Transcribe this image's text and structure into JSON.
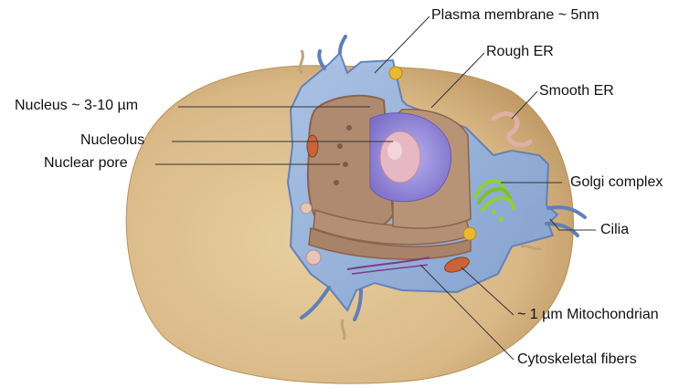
{
  "labels": {
    "plasma_membrane": "Plasma membrane ~ 5nm",
    "rough_er": "Rough ER",
    "smooth_er": "Smooth ER",
    "nucleus": "Nucleus  ~ 3-10 µm",
    "nucleolus": "Nucleolus",
    "nuclear_pore": "Nuclear pore",
    "golgi": "Golgi complex",
    "cilia": "Cilia",
    "mitochondrion": "~ 1 µm Mitochondrian",
    "cytoskeletal": "Cytoskeletal fibers"
  },
  "colors": {
    "outer_cell": "#d9b886",
    "cytoplasm": "#8fb0dd",
    "nucleus": "#b08a6e",
    "nucleoplasm": "#9b8fd6",
    "nucleolus": "#e6b7c4",
    "golgi": "#8fcf3a",
    "mitochondrion": "#c8643a",
    "leader_line": "#333333"
  }
}
